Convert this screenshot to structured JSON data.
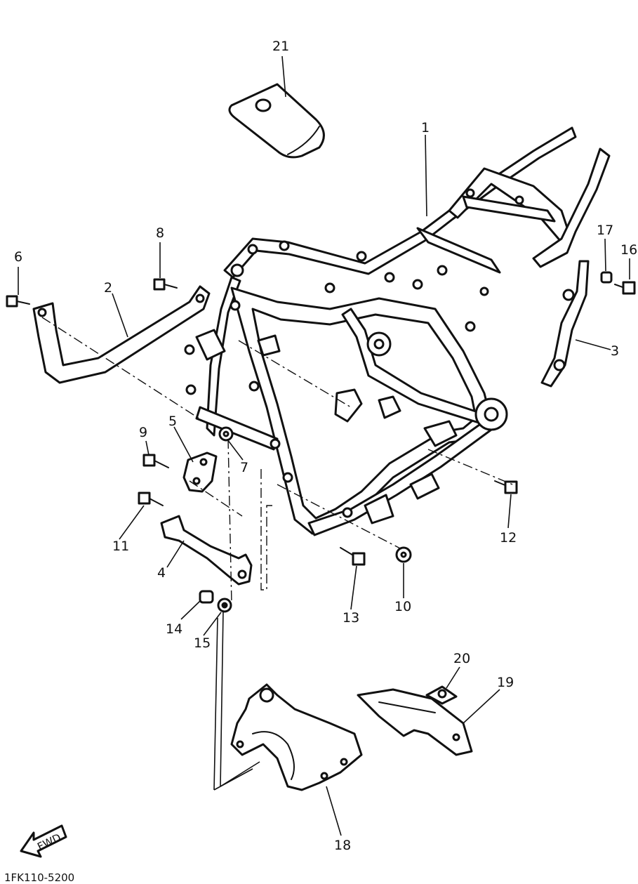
{
  "figure": {
    "code": "1FK110-5200",
    "direction_label": "FWD"
  },
  "callouts": [
    {
      "id": "1",
      "text": "1"
    },
    {
      "id": "2",
      "text": "2"
    },
    {
      "id": "3",
      "text": "3"
    },
    {
      "id": "4",
      "text": "4"
    },
    {
      "id": "5",
      "text": "5"
    },
    {
      "id": "6",
      "text": "6"
    },
    {
      "id": "7",
      "text": "7"
    },
    {
      "id": "8",
      "text": "8"
    },
    {
      "id": "9",
      "text": "9"
    },
    {
      "id": "10",
      "text": "10"
    },
    {
      "id": "11",
      "text": "11"
    },
    {
      "id": "12",
      "text": "12"
    },
    {
      "id": "13",
      "text": "13"
    },
    {
      "id": "14",
      "text": "14"
    },
    {
      "id": "15",
      "text": "15"
    },
    {
      "id": "16",
      "text": "16"
    },
    {
      "id": "17",
      "text": "17"
    },
    {
      "id": "18",
      "text": "18"
    },
    {
      "id": "19",
      "text": "19"
    },
    {
      "id": "20",
      "text": "20"
    },
    {
      "id": "21",
      "text": "21"
    }
  ]
}
